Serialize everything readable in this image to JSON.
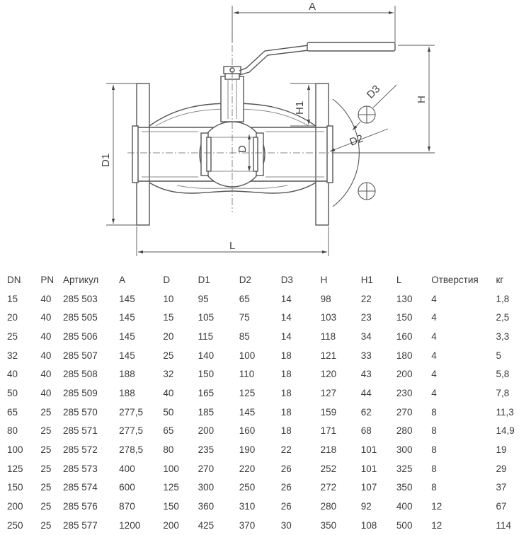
{
  "drawing": {
    "labels": {
      "A": "A",
      "H": "H",
      "H1": "H1",
      "D1": "D1",
      "D": "D",
      "D2": "D2",
      "D3": "D3",
      "L": "L"
    }
  },
  "table": {
    "headers": [
      "DN",
      "PN",
      "Артикул",
      "A",
      "D",
      "D1",
      "D2",
      "D3",
      "H",
      "H1",
      "L",
      "Отверстия",
      "кг"
    ],
    "rows": [
      [
        "15",
        "40",
        "285 503",
        "145",
        "10",
        "95",
        "65",
        "14",
        "98",
        "22",
        "130",
        "4",
        "1,8"
      ],
      [
        "20",
        "40",
        "285 505",
        "145",
        "15",
        "105",
        "75",
        "14",
        "103",
        "23",
        "150",
        "4",
        "2,5"
      ],
      [
        "25",
        "40",
        "285 506",
        "145",
        "20",
        "115",
        "85",
        "14",
        "118",
        "34",
        "160",
        "4",
        "3,3"
      ],
      [
        "32",
        "40",
        "285 507",
        "145",
        "25",
        "140",
        "100",
        "18",
        "121",
        "33",
        "180",
        "4",
        "5"
      ],
      [
        "40",
        "40",
        "285 508",
        "188",
        "32",
        "150",
        "110",
        "18",
        "120",
        "43",
        "200",
        "4",
        "5,8"
      ],
      [
        "50",
        "40",
        "285 509",
        "188",
        "40",
        "165",
        "125",
        "18",
        "127",
        "44",
        "230",
        "4",
        "7,8"
      ],
      [
        "65",
        "25",
        "285 570",
        "277,5",
        "50",
        "185",
        "145",
        "18",
        "159",
        "62",
        "270",
        "8",
        "11,3"
      ],
      [
        "80",
        "25",
        "285 571",
        "277,5",
        "65",
        "200",
        "160",
        "18",
        "171",
        "68",
        "280",
        "8",
        "14,9"
      ],
      [
        "100",
        "25",
        "285 572",
        "278,5",
        "80",
        "235",
        "190",
        "22",
        "218",
        "101",
        "300",
        "8",
        "19"
      ],
      [
        "125",
        "25",
        "285 573",
        "400",
        "100",
        "270",
        "220",
        "26",
        "252",
        "101",
        "325",
        "8",
        "29"
      ],
      [
        "150",
        "25",
        "285 574",
        "600",
        "125",
        "300",
        "250",
        "26",
        "272",
        "107",
        "350",
        "8",
        "37"
      ],
      [
        "200",
        "25",
        "285 576",
        "870",
        "150",
        "360",
        "310",
        "26",
        "280",
        "92",
        "400",
        "12",
        "67"
      ],
      [
        "250",
        "25",
        "285 577",
        "1200",
        "200",
        "425",
        "370",
        "30",
        "350",
        "108",
        "500",
        "12",
        "114"
      ]
    ]
  }
}
